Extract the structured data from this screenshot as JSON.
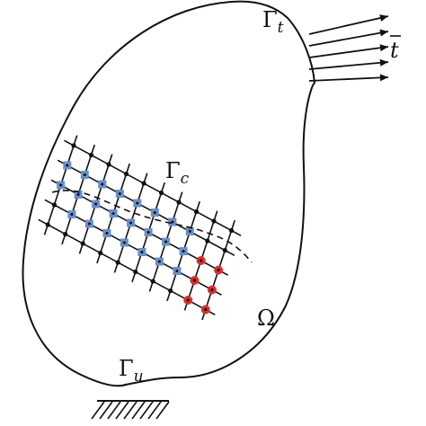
{
  "figure": {
    "labels": {
      "traction_boundary": "Γ",
      "traction_boundary_sub": "t",
      "traction_vector": "t",
      "crack_boundary": "Γ",
      "crack_boundary_sub": "c",
      "displacement_boundary": "Γ",
      "displacement_boundary_sub": "u",
      "domain": "Ω"
    },
    "colors": {
      "outline": "#111111",
      "enriched_blue_node": "#6a8fc8",
      "enriched_red_node": "#d9302c",
      "regular_node": "#111111",
      "background": "#ffffff"
    },
    "mesh": {
      "rows": 5,
      "cols": 10
    },
    "traction_arrow_count": 5,
    "support_hatch_count": 9
  }
}
